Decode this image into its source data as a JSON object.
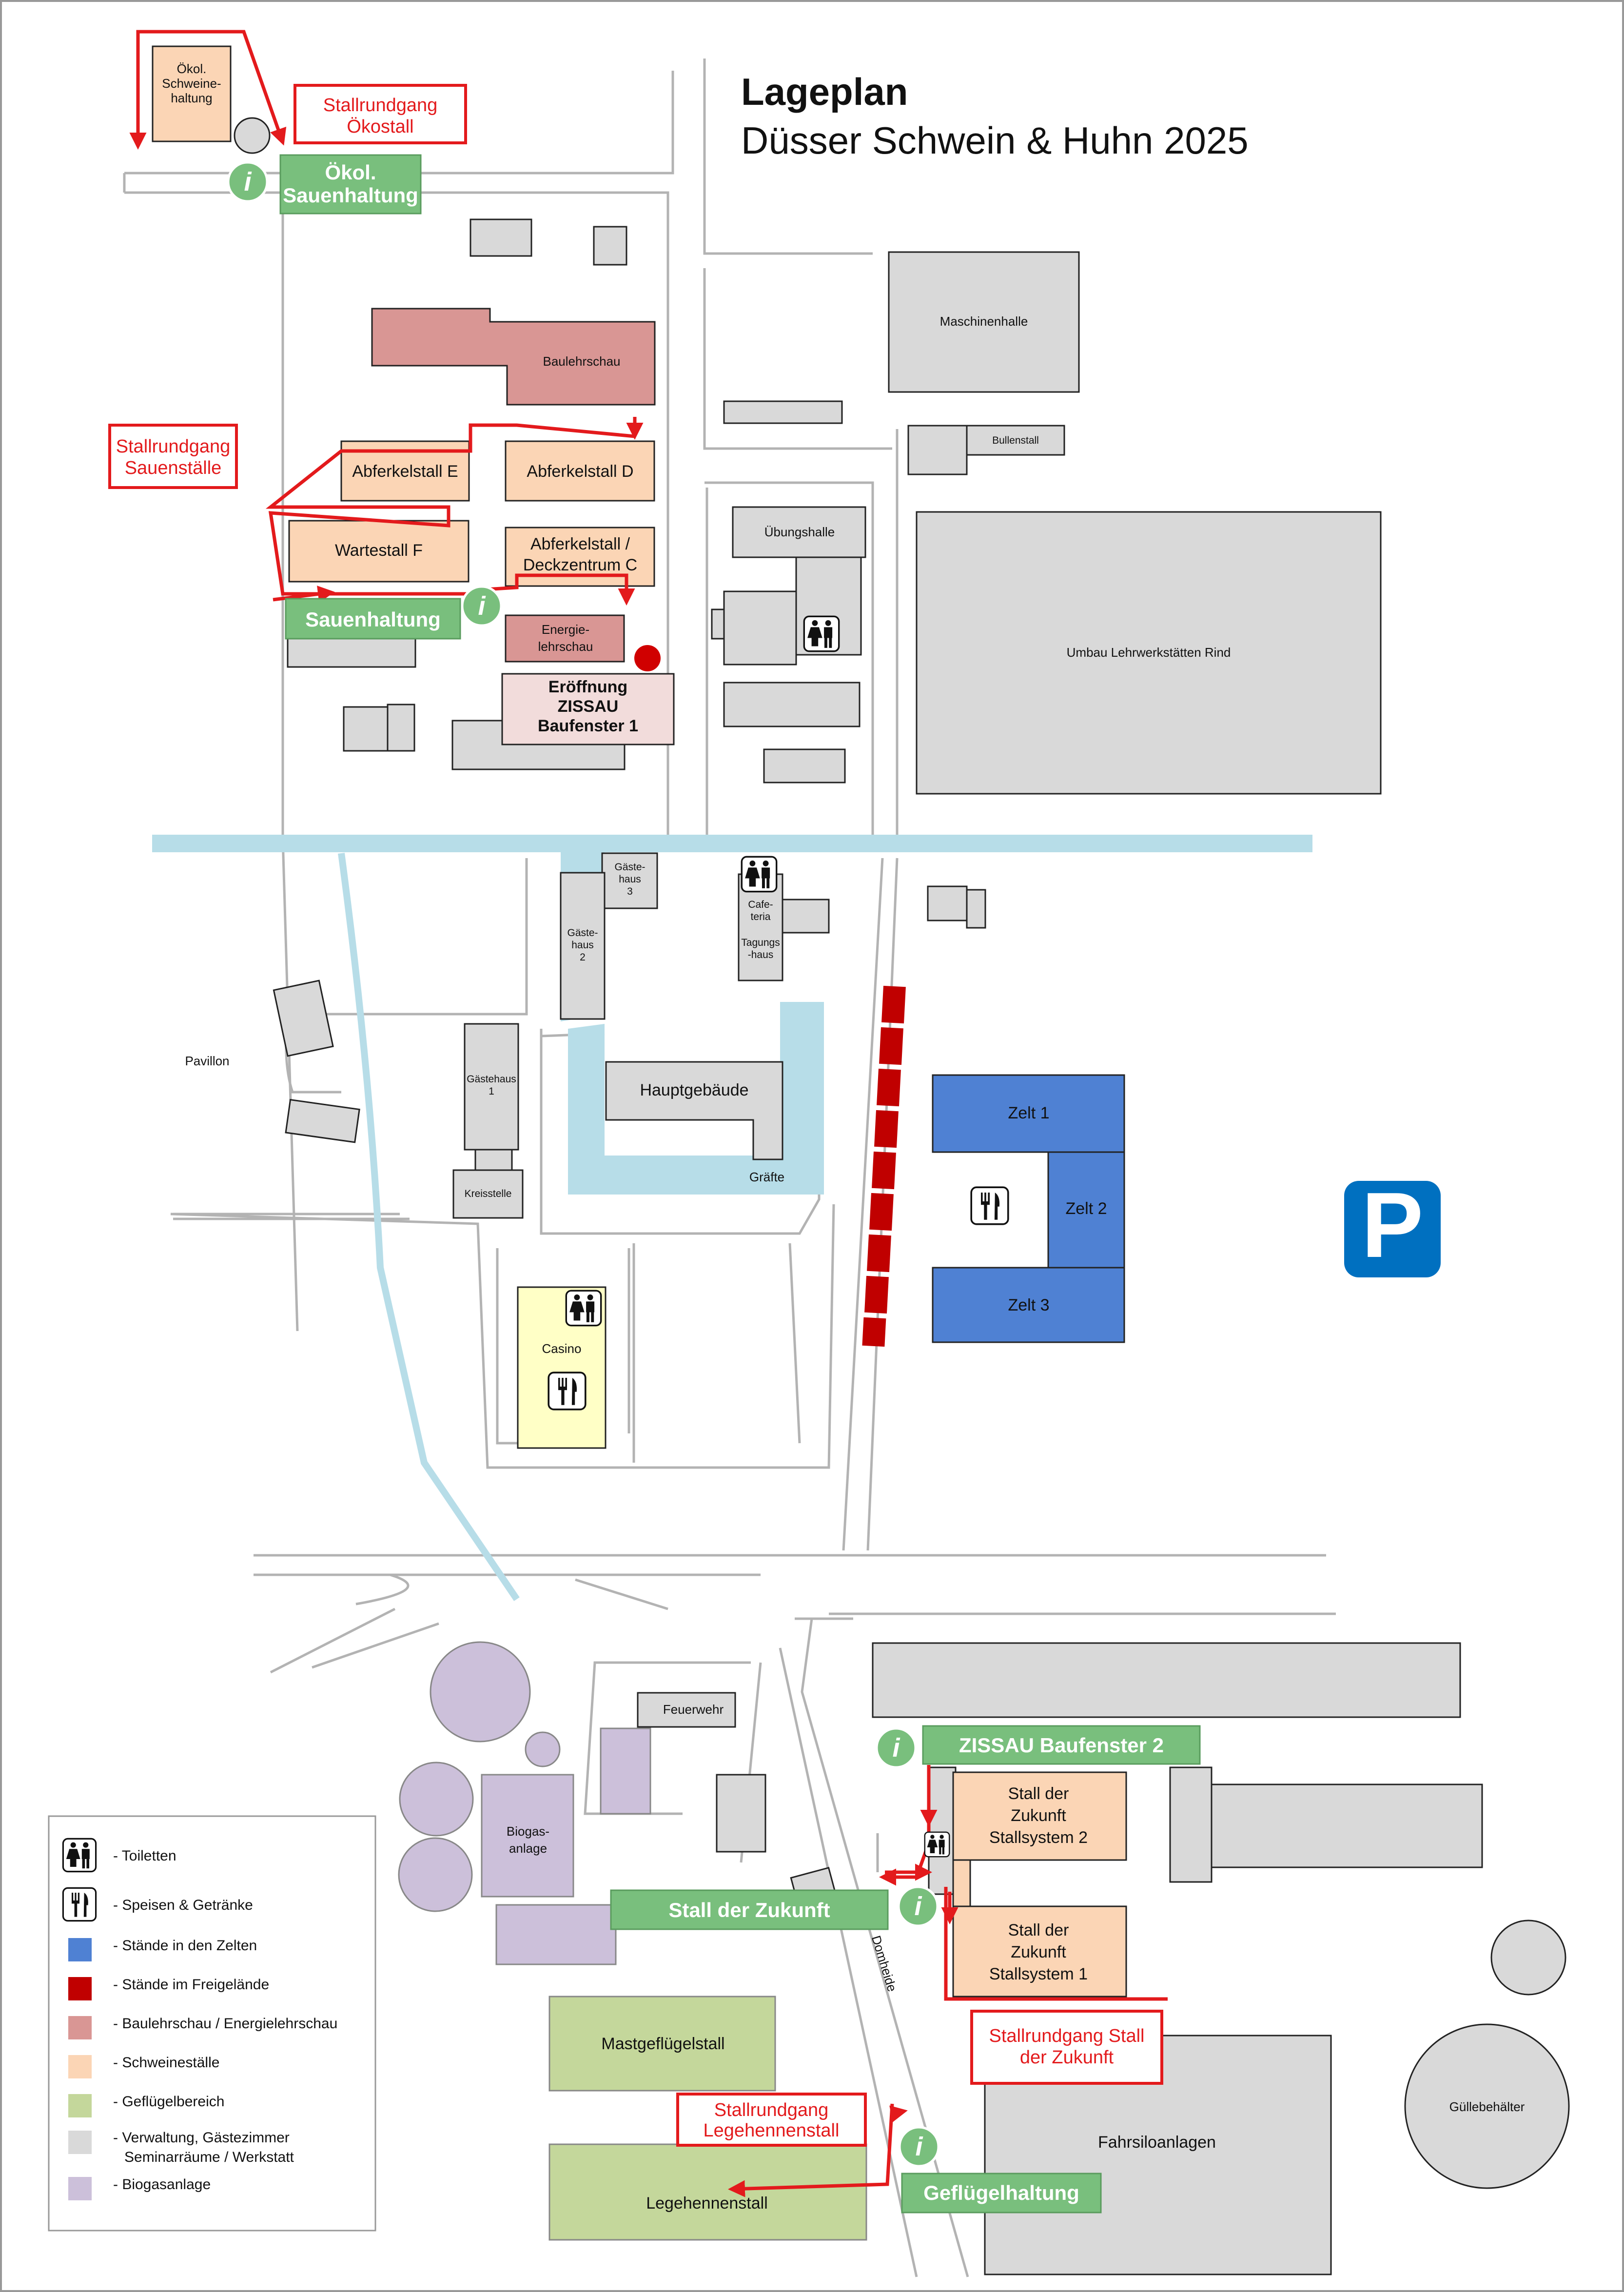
{
  "title": "Lageplan",
  "subtitle": "Düsser Schwein & Huhn 2025",
  "buildings": {
    "oekol_schweinehaltung": "Ökol. Schweine- haltung",
    "baulehrschau": "Baulehrschau",
    "abferkelstall_e": "Abferkelstall E",
    "abferkelstall_d": "Abferkelstall D",
    "wartestall_f": "Wartestall F",
    "abferkelstall_c_1": "Abferkelstall /",
    "abferkelstall_c_2": "Deckzentrum C",
    "energie_1": "Energie-",
    "energie_2": "lehrschau",
    "eroeffnung_1": "Eröffnung",
    "eroeffnung_2": "ZISSAU",
    "eroeffnung_3": "Baufenster 1",
    "maschinenhalle": "Maschinenhalle",
    "bullenstall": "Bullenstall",
    "uebungshalle": "Übungshalle",
    "umbau": "Umbau Lehrwerkstätten Rind",
    "gaestehaus3_1": "Gäste-",
    "gaestehaus3_2": "haus",
    "gaestehaus3_3": "3",
    "gaestehaus2_1": "Gäste-",
    "gaestehaus2_2": "haus",
    "gaestehaus2_3": "2",
    "cafeteria_1": "Cafe-",
    "cafeteria_2": "teria",
    "tagungshaus_1": "Tagungs",
    "tagungshaus_2": "-haus",
    "pavillon": "Pavillon",
    "gaestehaus1_1": "Gästehaus",
    "gaestehaus1_2": "1",
    "kreisstelle": "Kreisstelle",
    "hauptgebaeude": "Hauptgebäude",
    "graefte": "Gräfte",
    "zelt1": "Zelt 1",
    "zelt2": "Zelt 2",
    "zelt3": "Zelt 3",
    "casino": "Casino",
    "feuerwehr": "Feuerwehr",
    "biogas_1": "Biogas-",
    "biogas_2": "anlage",
    "stall_sys2_1": "Stall der",
    "stall_sys2_2": "Zukunft",
    "stall_sys2_3": "Stallsystem 2",
    "stall_sys1_1": "Stall der",
    "stall_sys1_2": "Zukunft",
    "stall_sys1_3": "Stallsystem 1",
    "mastgefluegel": "Mastgeflügelstall",
    "legehennen": "Legehennenstall",
    "fahrsilo": "Fahrsiloanlagen",
    "guelle": "Güllebehälter",
    "street": "Domheide"
  },
  "tours": {
    "oekostall_1": "Stallrundgang",
    "oekostall_2": "Ökostall",
    "sauen_1": "Stallrundgang",
    "sauen_2": "Sauenställe",
    "zukunft_1": "Stallrundgang Stall",
    "zukunft_2": "der Zukunft",
    "lege_1": "Stallrundgang",
    "lege_2": "Legehennenstall"
  },
  "areas": {
    "oekol_1": "Ökol.",
    "oekol_2": "Sauenhaltung",
    "sauenhaltung": "Sauenhaltung",
    "zissau2": "ZISSAU Baufenster 2",
    "stall_zukunft": "Stall der Zukunft",
    "gefluegel": "Geflügelhaltung"
  },
  "parking_letter": "P",
  "legend": [
    {
      "icon": "toilet-icon",
      "label": "- Toiletten"
    },
    {
      "icon": "food-icon",
      "label": "- Speisen & Getränke"
    },
    {
      "color": "#4f81d3",
      "label": "- Stände in den Zelten"
    },
    {
      "color": "#c00000",
      "label": "- Stände im Freigelände"
    },
    {
      "color": "#d99694",
      "label": "- Baulehrschau / Energielehrschau"
    },
    {
      "color": "#fbd5b5",
      "label": "- Schweineställe"
    },
    {
      "color": "#c4d79b",
      "label": "- Geflügelbereich"
    },
    {
      "color": "#d9d9d9",
      "label": "- Verwaltung, Gästezimmer",
      "label2": "Seminarräume / Werkstatt"
    },
    {
      "color": "#ccc0da",
      "label": "- Biogasanlage"
    }
  ],
  "colors": {
    "route_red": "#e31a1c",
    "area_green": "#79bf7d",
    "parking_blue": "#0070c0",
    "stand_red": "#c00000",
    "water": "#b7dde8"
  }
}
